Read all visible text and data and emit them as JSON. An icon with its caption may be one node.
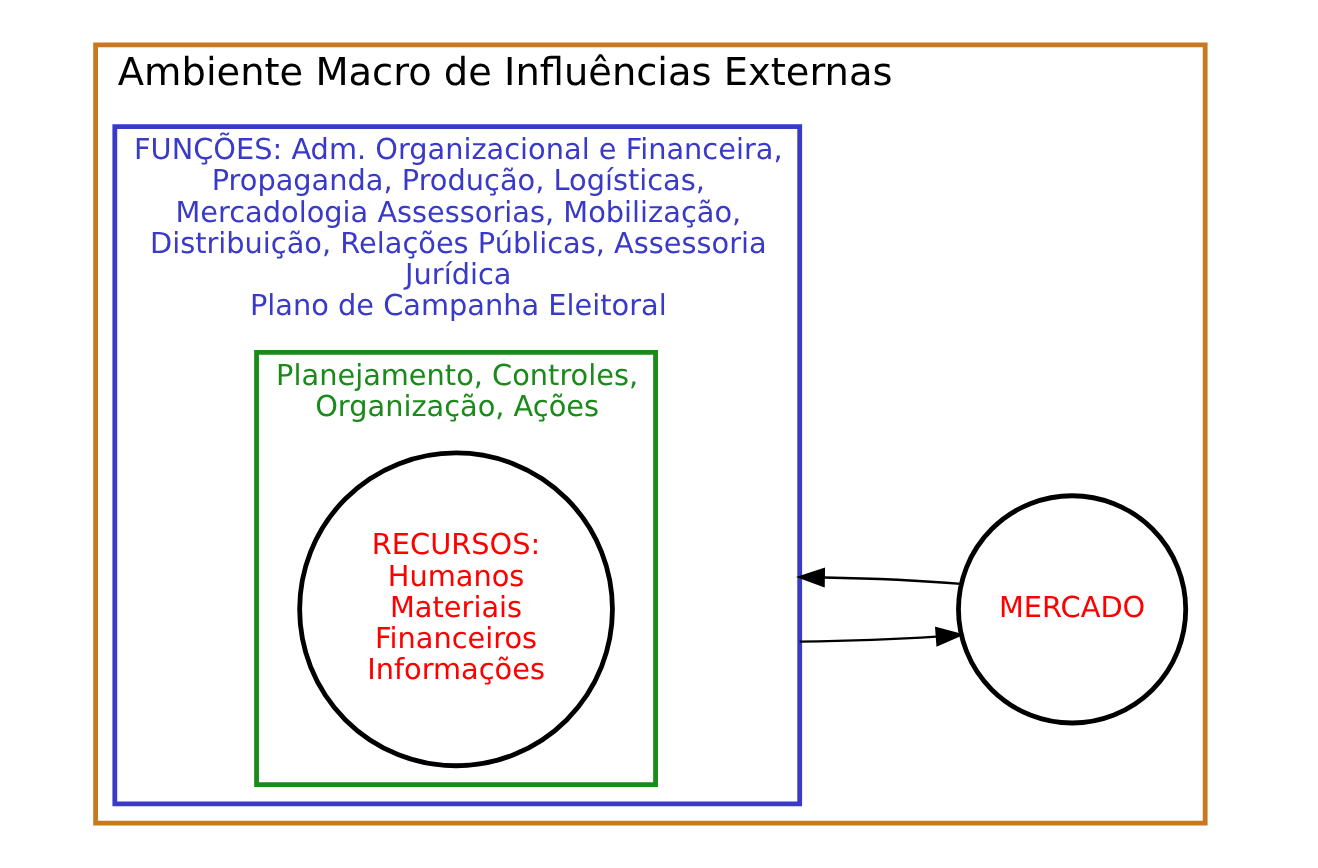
{
  "diagram": {
    "nodes": [
      {
        "text": [
          "Ambiente Macro de Influências Externas"
        ]
      },
      {
        "text": [
          "FUNÇÕES: Adm. Organizacional e Financeira, Propaganda, Produção, Logísticas, Mercadologia Assessorias, Mobilização, Distribuição, Relações Públicas, Assessoria Jurídica",
          "Plano de Campanha Eleitoral"
        ],
        "in": 0
      },
      {
        "text": [
          "Planejamento, Controles, Organização, Ações"
        ],
        "in": 1
      },
      {
        "text": [
          "RECURSOS:",
          "Humanos Materiais Financeiros Informações"
        ],
        "in": 2
      },
      {
        "text": [
          "MERCADO"
        ],
        "in": 0
      }
    ],
    "edges": [
      {
        "from": 1,
        "to": 4,
        "arrow": "to"
      },
      {
        "from": 4,
        "to": 1,
        "arrow": "to"
      }
    ]
  }
}
